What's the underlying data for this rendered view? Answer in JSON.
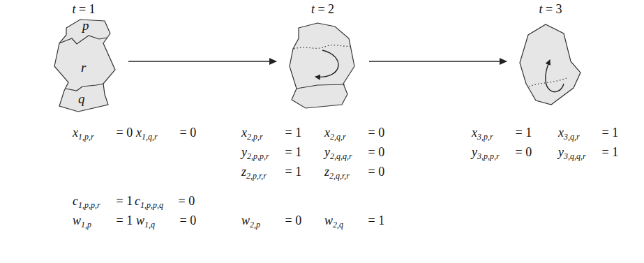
{
  "diagram": {
    "nodes": [
      {
        "text": [
          "t = 1"
        ]
      },
      {
        "text": [
          "p"
        ],
        "in": 0
      },
      {
        "text": [
          "r"
        ],
        "in": 0
      },
      {
        "text": [
          "q"
        ],
        "in": 0
      },
      {
        "text": [
          "t = 2"
        ]
      },
      {
        "text": [
          "t = 3"
        ]
      }
    ],
    "edges": [
      {
        "from": 0,
        "to": 4,
        "arrow": "to"
      },
      {
        "from": 4,
        "to": 5,
        "arrow": "to"
      }
    ],
    "labels": [
      "x1,p,r = 0",
      "x1,q,r = 0",
      "x2,p,r = 1",
      "x2,q,r = 0",
      "x3,p,r = 1",
      "x3,q,r = 1",
      "y2,p,p,r = 1",
      "y2,q,q,r = 0",
      "y3,p,p,r = 0",
      "y3,q,q,r = 1",
      "z2,p,r,r = 1",
      "z2,q,r,r = 0",
      "c1,p,p,r = 1",
      "c1,p,p,q = 0",
      "w1,p = 1",
      "w1,q = 0",
      "w2,p = 0",
      "w2,q = 1"
    ]
  }
}
